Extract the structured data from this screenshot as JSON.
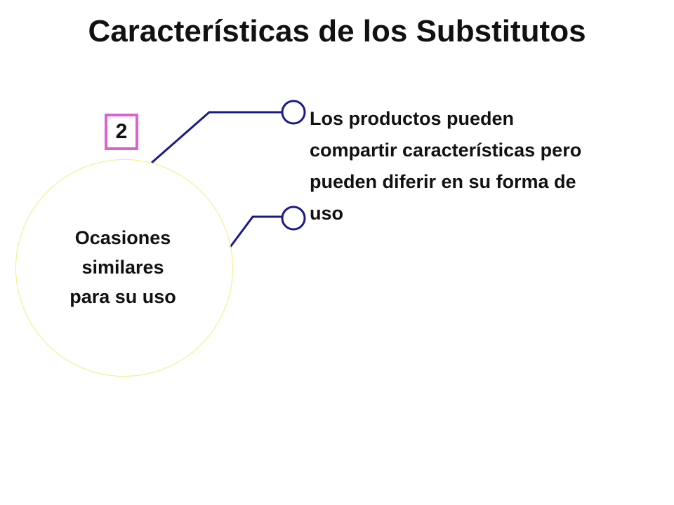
{
  "slide": {
    "title": "Características de los Substitutos"
  },
  "badge": {
    "number": "2",
    "border_color": "#e060d0"
  },
  "circle": {
    "lines": [
      "Ocasiones",
      "similares",
      "para su uso"
    ],
    "border_color": "#f2ee80"
  },
  "connectors": {
    "color": "#1a1a8c"
  },
  "bullets": [
    {
      "text": "Los productos pueden compartir características pero pueden diferir en su forma de uso"
    },
    {
      "text": ""
    }
  ]
}
